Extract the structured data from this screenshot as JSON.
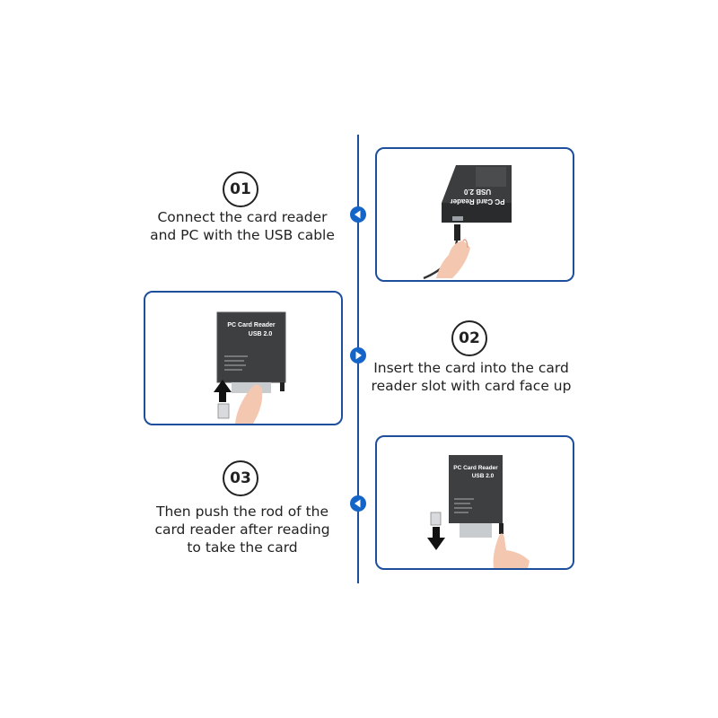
{
  "steps": [
    {
      "number": "01",
      "lines": [
        "Connect the card reader",
        "and PC with the USB cable"
      ]
    },
    {
      "number": "02",
      "lines": [
        "Insert the card into the card",
        "reader slot with card face up"
      ]
    },
    {
      "number": "03",
      "lines": [
        "Then push the rod of the",
        "card reader after reading",
        "to take the card"
      ]
    }
  ],
  "device": {
    "name": "PC Card Reader",
    "version": "USB 2.0"
  },
  "colors": {
    "accent": "#1e4f9c",
    "marker": "#1565c8"
  }
}
